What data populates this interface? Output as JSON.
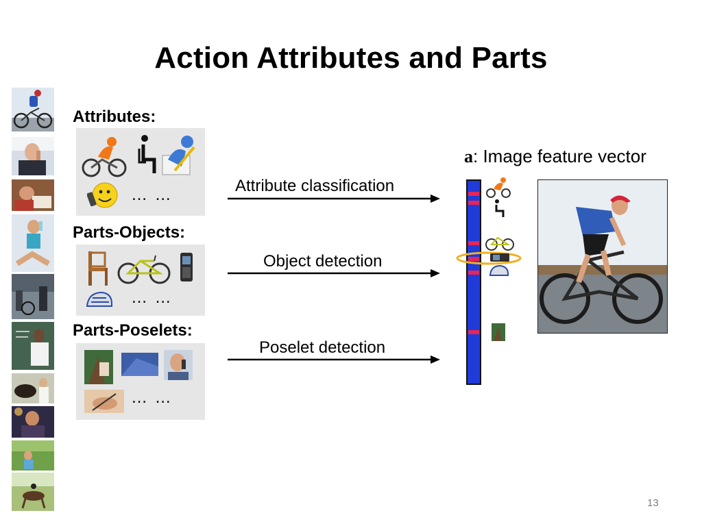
{
  "slide": {
    "title": "Action Attributes and Parts",
    "page_number": "13"
  },
  "sections": {
    "attributes_label": "Attributes:",
    "objects_label": "Parts-Objects:",
    "poselets_label": "Parts-Poselets:",
    "ellipsis": "… …"
  },
  "arrows": {
    "attribute": "Attribute classification",
    "object": "Object detection",
    "poselet": "Poselet detection"
  },
  "feature_vector": {
    "symbol": "a",
    "label": ": Image feature vector",
    "bar_color": "#1f3bd9",
    "mark_color": "#e8245a",
    "highlight_color": "#f0b020"
  },
  "icons": {
    "attribute_icons": [
      "cyclist-icon",
      "sitting-person-icon",
      "writing-person-icon",
      "phone-smiley-icon"
    ],
    "object_icons": [
      "chair-icon",
      "bicycle-icon",
      "cellphone-icon",
      "helmet-icon"
    ]
  }
}
